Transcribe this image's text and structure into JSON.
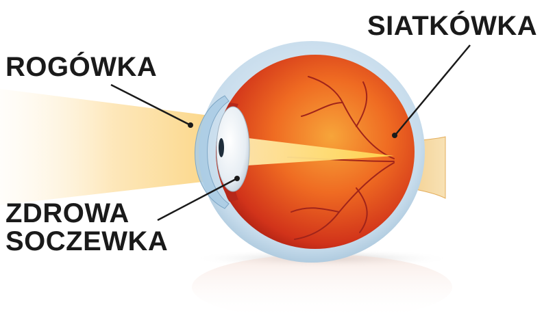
{
  "labels": {
    "cornea": "ROGÓWKA",
    "retina": "SIATKÓWKA",
    "lens_line1": "ZDROWA",
    "lens_line2": "SOCZEWKA"
  },
  "colors": {
    "text": "#1a1a1a",
    "leader_line": "#1a1a1a",
    "eye_outer": "#bcd7ea",
    "eye_inner": "#d8361a",
    "light_beam": "#fbe6b4",
    "lens": "#eef2f6",
    "optic_nerve": "#f1d29a"
  }
}
